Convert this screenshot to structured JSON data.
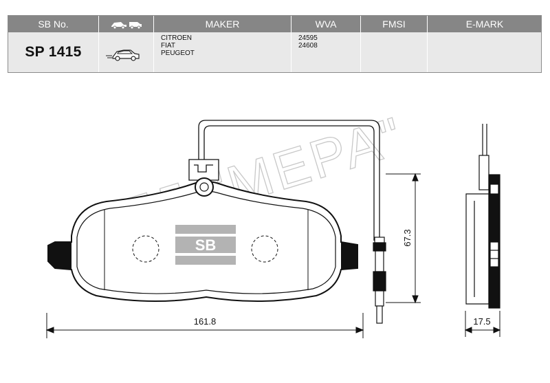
{
  "header": {
    "sb_no": "SB No.",
    "maker": "MAKER",
    "wva": "WVA",
    "fmsi": "FMSI",
    "emark": "E-MARK"
  },
  "row": {
    "sb_no": "SP 1415",
    "makers": [
      "CITROEN",
      "FIAT",
      "PEUGEOT"
    ],
    "wva": [
      "24595",
      "24608"
    ],
    "fmsi": "",
    "emark": ""
  },
  "icons": {
    "header_vehicle": "car-and-van-icon",
    "row_vehicle": "car-icon"
  },
  "drawing": {
    "width_label": "161.8",
    "height_label": "67.3",
    "thickness_label": "17.5",
    "logo_text": "SB",
    "watermark": "ТД \"МЕРА\""
  }
}
